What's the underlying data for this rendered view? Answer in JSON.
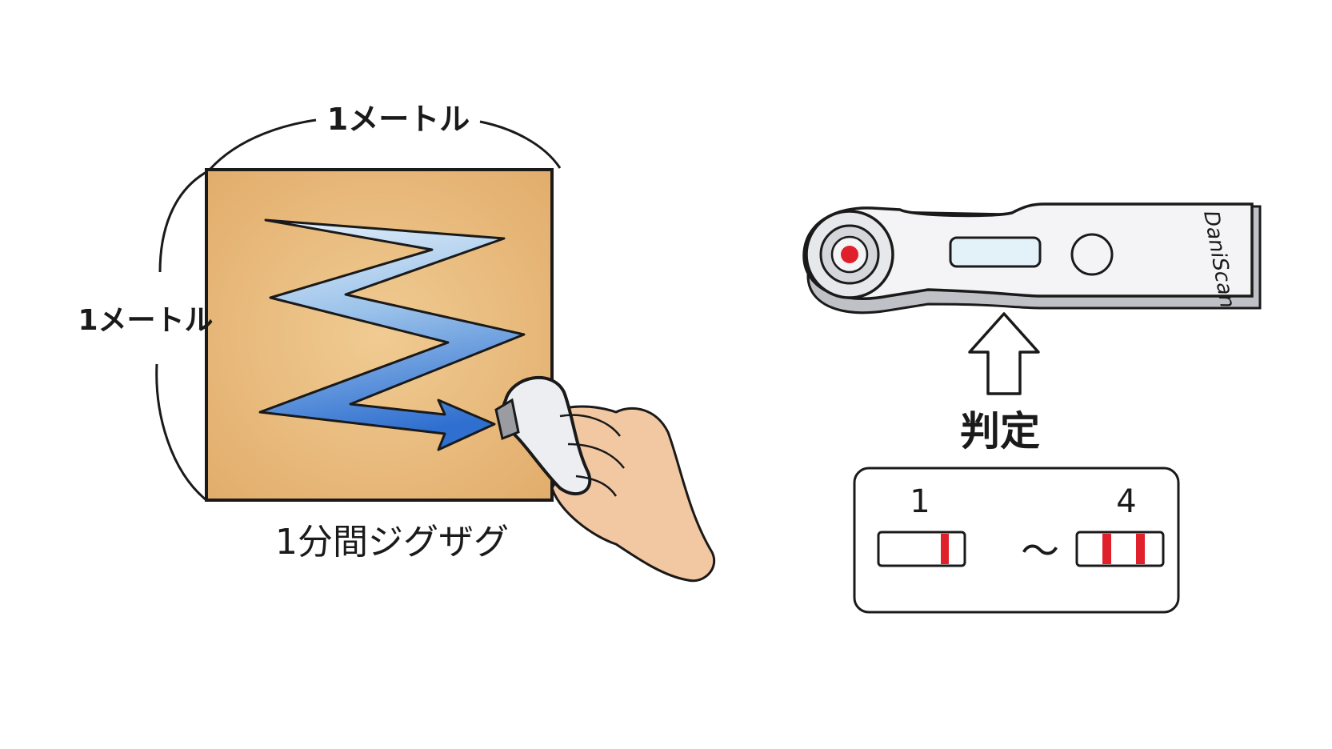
{
  "labels": {
    "width_label": "1メートル",
    "height_label": "1メートル",
    "motion_label": "1分間ジグザグ",
    "judge_label": "判定"
  },
  "device": {
    "brand": "DaniScan"
  },
  "result_scale": {
    "low_value": "1",
    "high_value": "4",
    "range_symbol": "〜",
    "low_lines": 1,
    "high_lines": 2
  },
  "colors": {
    "floor_fill": "#e8b97a",
    "arrow_light": "#cfe3f3",
    "arrow_dark": "#2f6fd0",
    "skin": "#f2c8a2",
    "test_line": "#e0202a",
    "device_body": "#f4f4f6",
    "outline": "#1a1a1a"
  }
}
